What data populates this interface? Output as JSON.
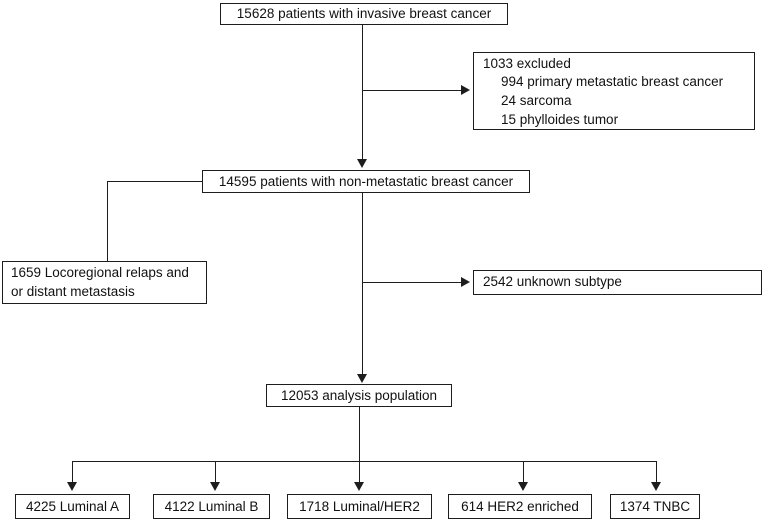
{
  "colors": {
    "background": "#ffffff",
    "line": "#1d1d1d",
    "box_border": "#1d1d1d",
    "text": "#111111"
  },
  "flowchart": {
    "nodes": {
      "invasive": {
        "label": "15628 patients with invasive breast cancer"
      },
      "excluded": {
        "lines": [
          "1033 excluded",
          "994 primary metastatic breast cancer",
          "24 sarcoma",
          "15 phylloides tumor"
        ]
      },
      "non_metastatic": {
        "label": "14595 patients with non-metastatic breast cancer"
      },
      "locoregional": {
        "lines": [
          "1659 Locoregional relaps and",
          "or distant metastasis"
        ]
      },
      "unknown_subtype": {
        "label": "2542 unknown subtype"
      },
      "analysis": {
        "label": "12053 analysis population"
      },
      "luminal_a": {
        "label": "4225 Luminal A"
      },
      "luminal_b": {
        "label": "4122 Luminal B"
      },
      "luminal_her2": {
        "label": "1718 Luminal/HER2"
      },
      "her2_enriched": {
        "label": "614 HER2 enriched"
      },
      "tnbc": {
        "label": "1374 TNBC"
      }
    }
  }
}
